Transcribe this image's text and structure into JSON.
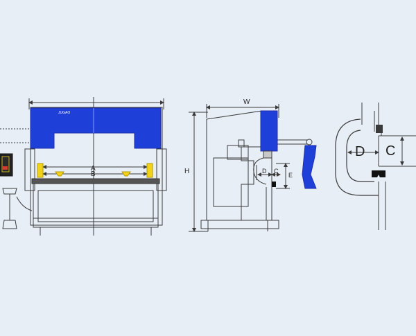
{
  "colors": {
    "background": "#e8eef6",
    "line": "#3a3a3a",
    "ram_blue": "#1f3fd9",
    "hydraulic_yellow": "#f1d21b",
    "controller_bg": "#222222",
    "controller_accent": "#f1d21b",
    "die_black": "#111111"
  },
  "front_view": {
    "brand_text": "JUGAO",
    "dim_a": "A",
    "dim_b": "B"
  },
  "side_view": {
    "dim_w": "W",
    "dim_h": "H",
    "dim_d": "D",
    "dim_c": "C",
    "dim_e": "E"
  },
  "throat_detail": {
    "dim_d": "D",
    "dim_c": "C"
  }
}
